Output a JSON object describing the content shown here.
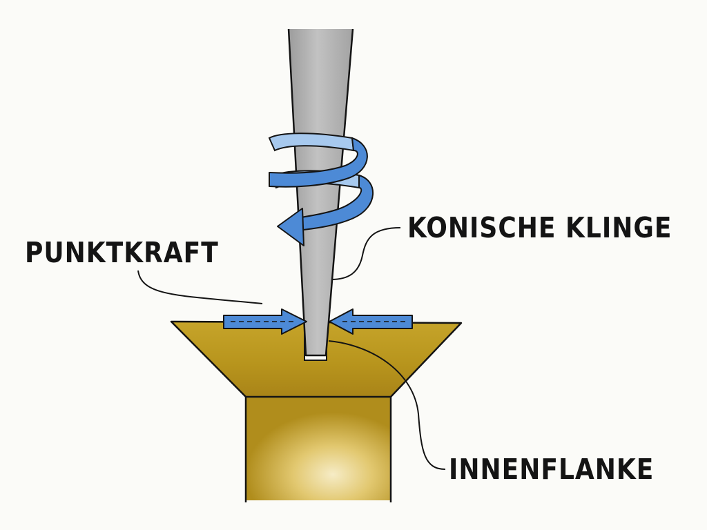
{
  "labels": {
    "point_force": "PUNKTKRAFT",
    "conical_blade": "KONISCHE KLINGE",
    "inner_flank": "INNENFLANKE"
  },
  "colors": {
    "screw": "#c9a62c",
    "screw_dark": "#a98418",
    "screw_light": "#efe0a8",
    "blade": "#b4b4b4",
    "blade_dark": "#8d8d8d",
    "arrow": "#4d8ad6",
    "arrow_light": "#a7c9ee",
    "ink": "#141414",
    "paper": "#fbfbf8"
  },
  "icons": {
    "rotation": "spiral-rotation-arrow-icon",
    "force_left": "force-arrow-right-icon",
    "force_right": "force-arrow-left-icon"
  }
}
